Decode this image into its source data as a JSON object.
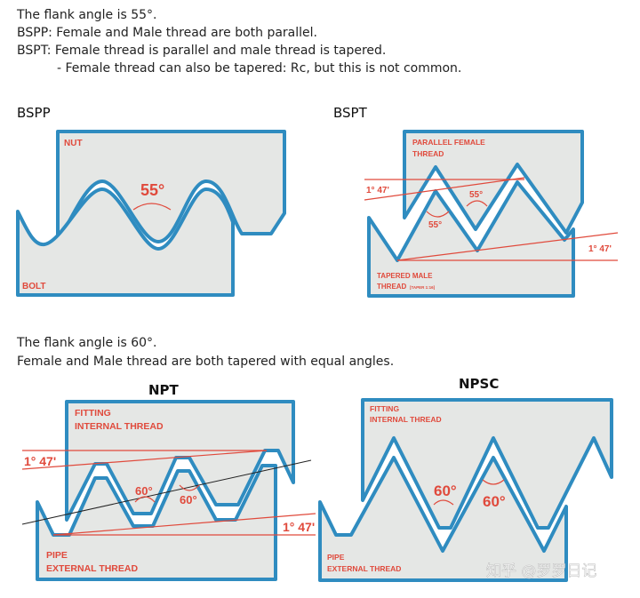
{
  "intro_55": {
    "line1": "The flank angle is 55°.",
    "line2": "BSPP: Female and Male thread are both parallel.",
    "line3": "BSPT: Female thread is parallel and male thread is tapered.",
    "line4": "- Female thread can also be tapered: Rc, but this is not common."
  },
  "intro_60": {
    "line1": "The flank angle is 60°.",
    "line2": "Female and Male thread are both tapered with equal angles."
  },
  "bspp": {
    "title": "BSPP",
    "nut": "NUT",
    "bolt": "BOLT",
    "angle": "55°"
  },
  "bspt": {
    "title": "BSPT",
    "female1": "PARALLEL FEMALE",
    "female2": "THREAD",
    "male1": "TAPERED MALE",
    "male2": "THREAD",
    "taper": "[TAPER 1:16]",
    "angle_a": "55°",
    "angle_b": "55°",
    "taper_top": "1° 47'",
    "taper_bottom": "1° 47'"
  },
  "npt": {
    "title": "NPT",
    "fitting1": "FITTING",
    "fitting2": "INTERNAL THREAD",
    "pipe1": "PIPE",
    "pipe2": "EXTERNAL THREAD",
    "angle_a": "60°",
    "angle_b": "60°",
    "taper_top": "1° 47'",
    "taper_bottom": "1° 47'"
  },
  "npsc": {
    "title": "NPSC",
    "fitting1": "FITTING",
    "fitting2": "INTERNAL THREAD",
    "pipe1": "PIPE",
    "pipe2": "EXTERNAL THREAD",
    "angle_a": "60°",
    "angle_b": "60°"
  },
  "watermark": "知乎 @罗罗日记",
  "colors": {
    "outline": "#2f8cc0",
    "annotation": "#e04a3c",
    "fill": "#e5e7e5"
  }
}
